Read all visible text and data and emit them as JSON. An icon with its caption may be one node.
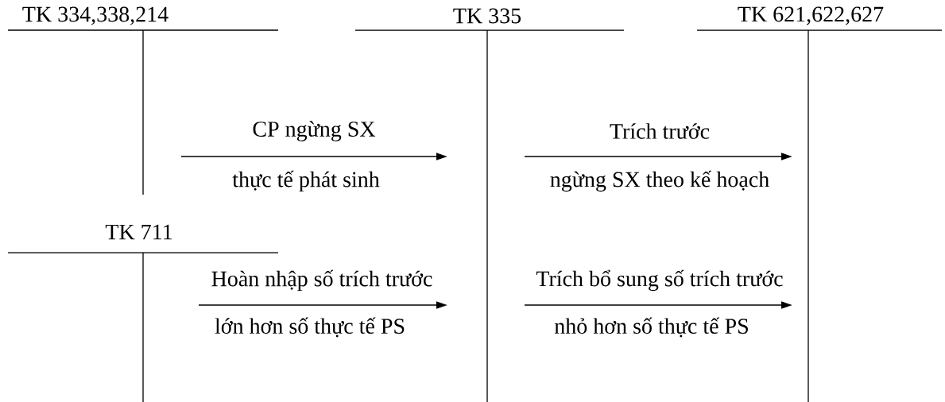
{
  "diagram": {
    "nodes": [
      {
        "text": [
          "TK 334,338,214"
        ]
      },
      {
        "text": [
          "TK 335"
        ]
      },
      {
        "text": [
          "TK 621,622,627"
        ]
      },
      {
        "text": [
          "TK 711"
        ]
      }
    ],
    "edges": [
      {
        "from": 0,
        "to": 1,
        "arrow": "to",
        "label": "CP ngừng SX"
      },
      {
        "from": 1,
        "to": 2,
        "arrow": "to",
        "label": "Trích trước"
      },
      {
        "from": 3,
        "to": 1,
        "arrow": "to",
        "label": "Hoàn nhập số trích trước"
      },
      {
        "from": 1,
        "to": 2,
        "arrow": "to",
        "label": "Trích bổ sung số trích trước"
      }
    ],
    "labels": [
      "thực tế phát sinh",
      "ngừng SX theo kế hoạch",
      "lớn hơn số thực tế PS",
      "nhỏ hơn số thực tế PS"
    ]
  }
}
